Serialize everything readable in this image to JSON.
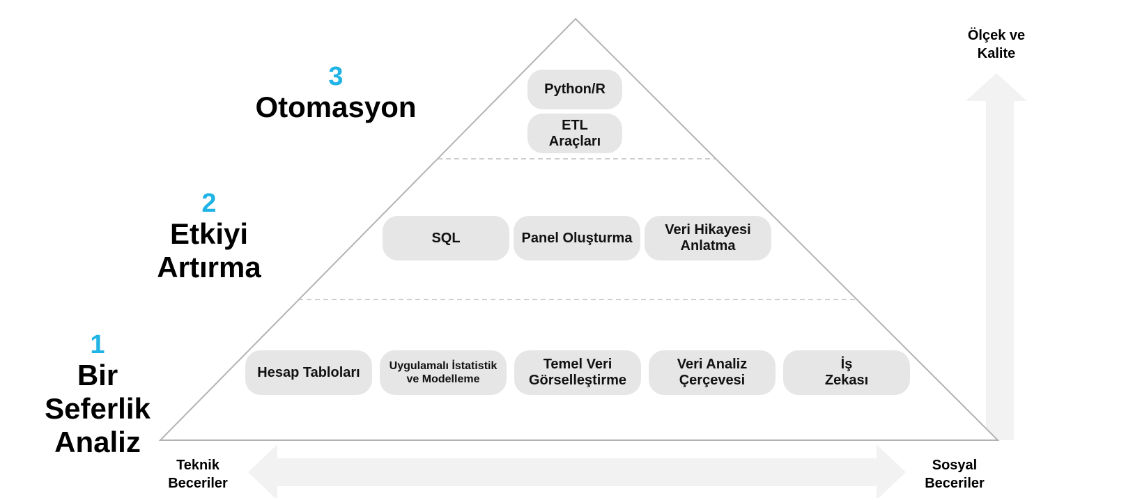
{
  "levels": [
    {
      "number": "3",
      "name": "Otomasyon"
    },
    {
      "number": "2",
      "name": "Etkiyi\nArtırma"
    },
    {
      "number": "1",
      "name": "Bir\nSeferlik\nAnaliz"
    }
  ],
  "tiers": {
    "top": [
      "Python/R",
      "ETL\nAraçları"
    ],
    "middle": [
      "SQL",
      "Panel Oluşturma",
      "Veri Hikayesi\nAnlatma"
    ],
    "bottom": [
      "Hesap Tabloları",
      "Uygulamalı İstatistik\nve Modelleme",
      "Temel Veri\nGörselleştirme",
      "Veri Analiz\nÇerçevesi",
      "İş\nZekası"
    ]
  },
  "axes": {
    "vertical_label": "Ölçek ve\nKalite",
    "left_label": "Teknik\nBeceriler",
    "right_label": "Sosyal\nBeceriler"
  },
  "colors": {
    "accent": "#1fb3e6",
    "pill": "#e6e6e6",
    "arrow": "#f2f2f2",
    "outline": "#b3b3b3"
  }
}
